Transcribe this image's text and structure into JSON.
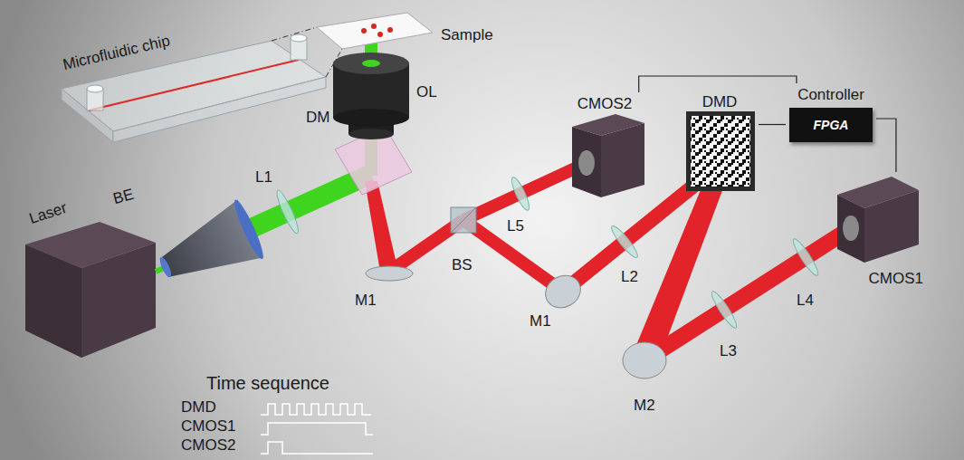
{
  "diagram": {
    "nodes": [
      {
        "text": [
          "CMOS2"
        ]
      },
      {
        "text": [
          "Controller",
          "FPGA"
        ]
      },
      {
        "text": [
          "DMD"
        ]
      },
      {
        "text": [
          "CMOS1"
        ]
      }
    ],
    "edges": [
      {
        "from": 1,
        "to": 0,
        "arrow": "none"
      },
      {
        "from": 1,
        "to": 2,
        "arrow": "none"
      },
      {
        "from": 1,
        "to": 3,
        "arrow": "none"
      }
    ],
    "labels": [
      "Microfluidic chip",
      "Sample",
      "OL",
      "DM",
      "BE",
      "L1",
      "Laser",
      "L5",
      "BS",
      "M1",
      "M1",
      "L2",
      "L3",
      "L4",
      "M2",
      "Time sequence",
      "DMD",
      "CMOS1",
      "CMOS2"
    ]
  }
}
